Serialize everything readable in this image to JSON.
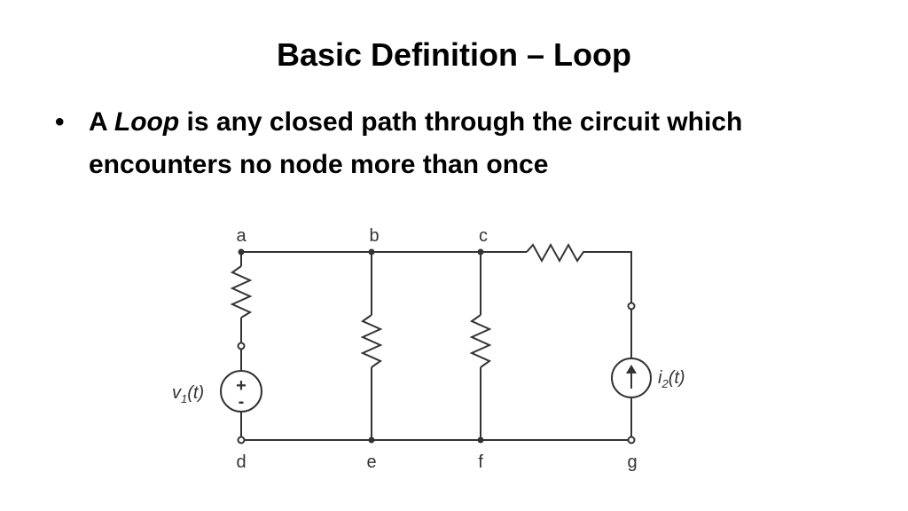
{
  "slide": {
    "title": "Basic Definition – Loop",
    "bullet": {
      "marker": "•",
      "lead": "A ",
      "term": "Loop",
      "rest": " is any closed path through the circuit which encounters no node more than once"
    }
  },
  "circuit": {
    "nodes": {
      "a": "a",
      "b": "b",
      "c": "c",
      "d": "d",
      "e": "e",
      "f": "f",
      "g": "g"
    },
    "voltage_source": {
      "label_main": "v",
      "label_sub": "1",
      "label_tail": "(t)",
      "plus": "+",
      "minus": "-"
    },
    "current_source": {
      "label_main": "i",
      "label_sub": "2",
      "label_tail": "(t)"
    },
    "colors": {
      "wire": "#333333"
    }
  }
}
